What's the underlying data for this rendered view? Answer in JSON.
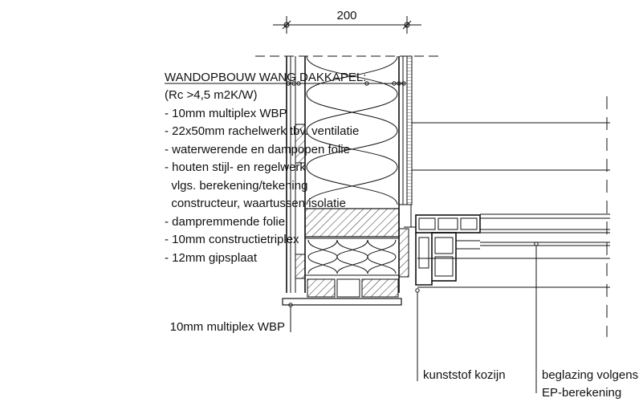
{
  "dimension": {
    "value": "200"
  },
  "spec": {
    "heading": "WANDOPBOUW WANG DAKKAPEL:",
    "lines": [
      "(Rc >4,5 m2K/W)",
      "- 10mm multiplex WBP",
      "- 22x50mm rachelwerk tbv. ventilatie",
      "- waterwerende en dampopen folie",
      "- houten stijl- en regelwerk",
      "  vlgs. berekening/tekening",
      "  constructeur, waartussen isolatie",
      "- dampremmende folie",
      "- 10mm constructietriplex",
      "- 12mm gipsplaat"
    ]
  },
  "callouts": {
    "multiplex": "10mm multiplex WBP",
    "kozijn": "kunststof kozijn",
    "glazing_line1": "beglazing volgens",
    "glazing_line2": "EP-berekening"
  }
}
